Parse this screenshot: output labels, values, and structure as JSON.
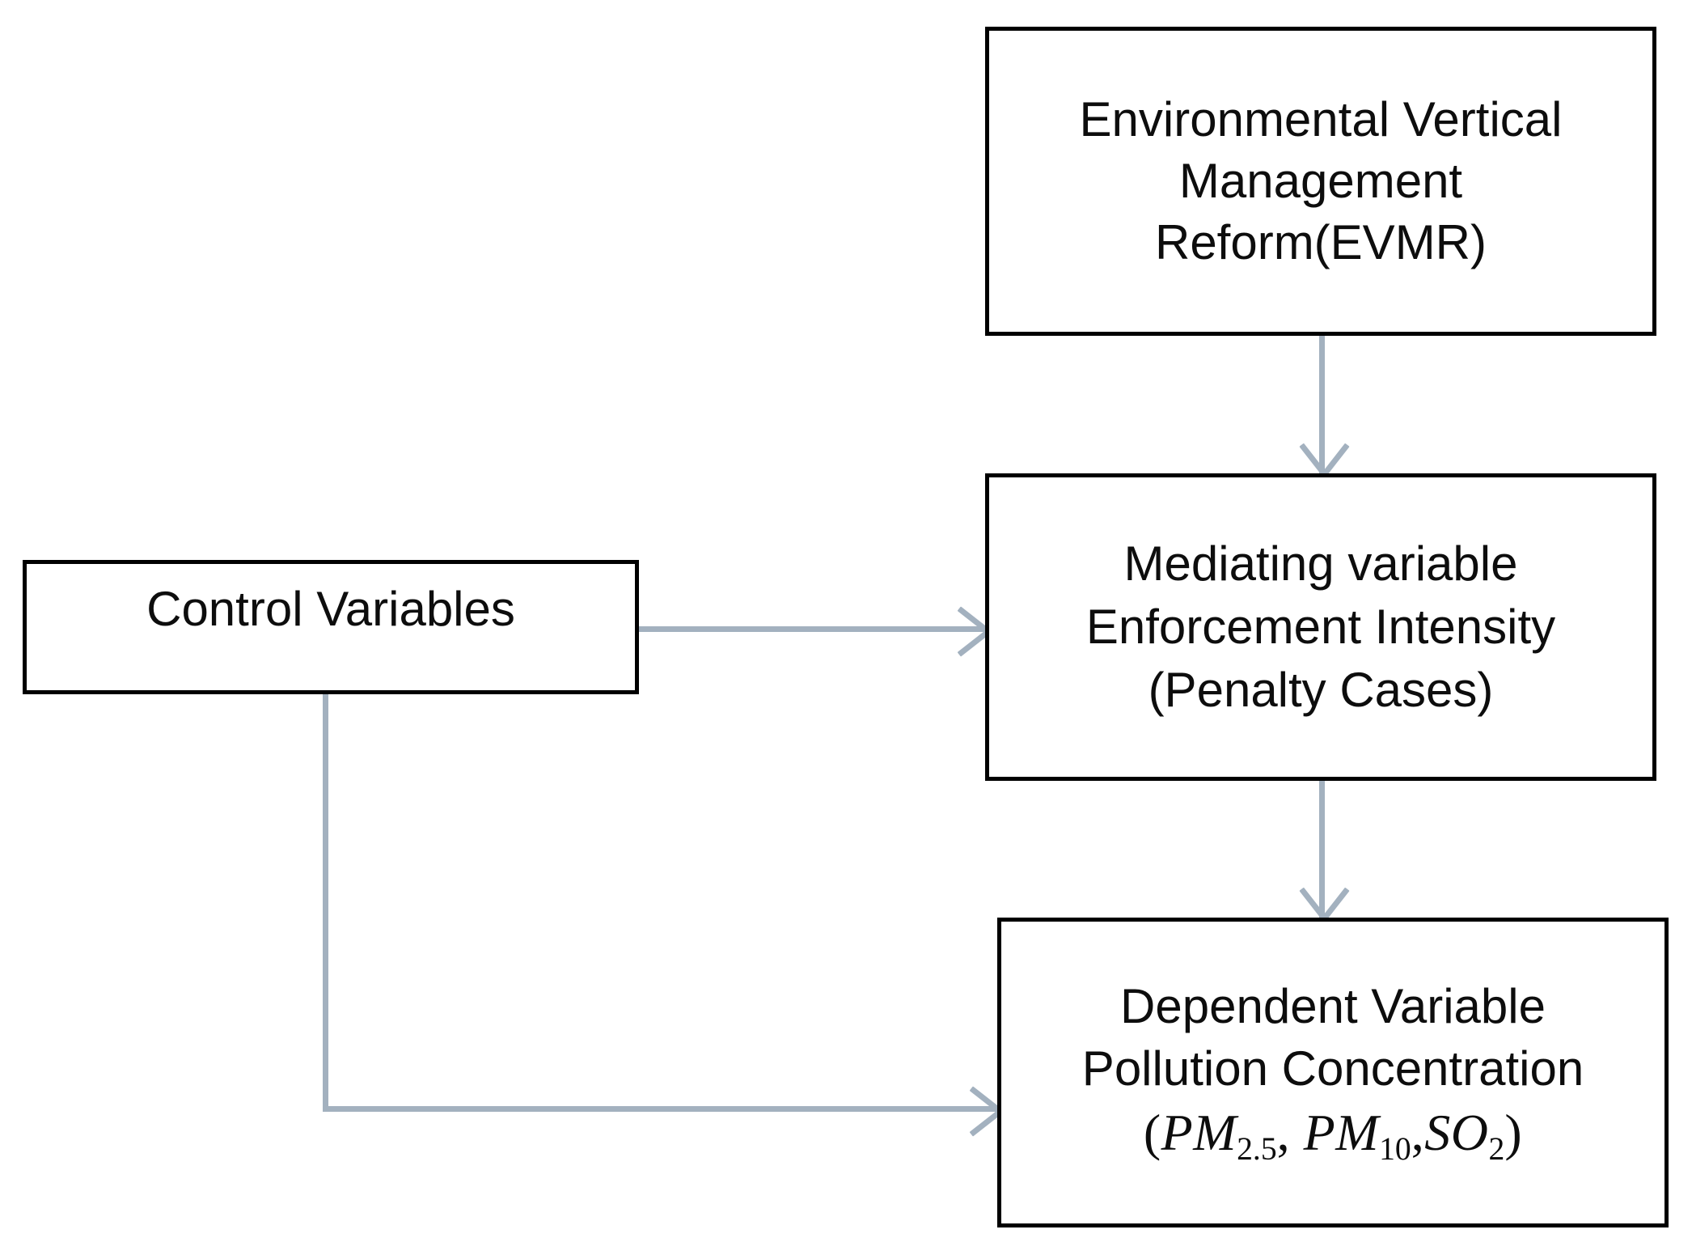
{
  "diagram": {
    "title": "Mediation analysis framework diagram",
    "background_color": "#ffffff",
    "box_border_color": "#000000",
    "connector_color": "#a3b1bf",
    "text_color": "#0d0d0d"
  },
  "nodes": {
    "evmr": {
      "id": "environmental-vertical-management-reform",
      "role": "independent-variable",
      "lines": [
        "Environmental Vertical",
        "Management",
        "Reform(EVMR)"
      ]
    },
    "mediator": {
      "id": "mediating-variable-enforcement-intensity",
      "role": "mediating-variable",
      "lines": [
        "Mediating variable",
        "Enforcement Intensity",
        "(Penalty Cases)"
      ]
    },
    "dependent": {
      "id": "dependent-variable-pollution-concentration",
      "role": "dependent-variable",
      "lines": [
        "Dependent Variable",
        "Pollution Concentration"
      ],
      "formula": {
        "open_paren": "(",
        "terms": [
          {
            "symbol": "PM",
            "subscript": "2.5",
            "separator": ", "
          },
          {
            "symbol": "PM",
            "subscript": "10",
            "separator": ","
          },
          {
            "symbol": "SO",
            "subscript": "2",
            "separator": ""
          }
        ],
        "close_paren": ")",
        "plain_text": "(PM2.5, PM10,SO2)"
      }
    },
    "control": {
      "id": "control-variables",
      "role": "control-variables",
      "lines": [
        "Control Variables"
      ]
    }
  },
  "connectors": [
    {
      "name": "evmr-to-mediator",
      "from": "evmr",
      "to": "mediator",
      "style": "straight-vertical",
      "direction": "down",
      "arrowhead": true,
      "color": "#a3b1bf"
    },
    {
      "name": "mediator-to-dependent",
      "from": "mediator",
      "to": "dependent",
      "style": "straight-vertical",
      "direction": "down",
      "arrowhead": true,
      "color": "#a3b1bf"
    },
    {
      "name": "control-to-mediator",
      "from": "control",
      "to": "mediator",
      "style": "straight-horizontal",
      "direction": "right",
      "arrowhead": true,
      "color": "#a3b1bf"
    },
    {
      "name": "control-to-dependent",
      "from": "control",
      "to": "dependent",
      "style": "elbow-down-right",
      "direction": "right",
      "arrowhead": true,
      "color": "#a3b1bf"
    }
  ]
}
